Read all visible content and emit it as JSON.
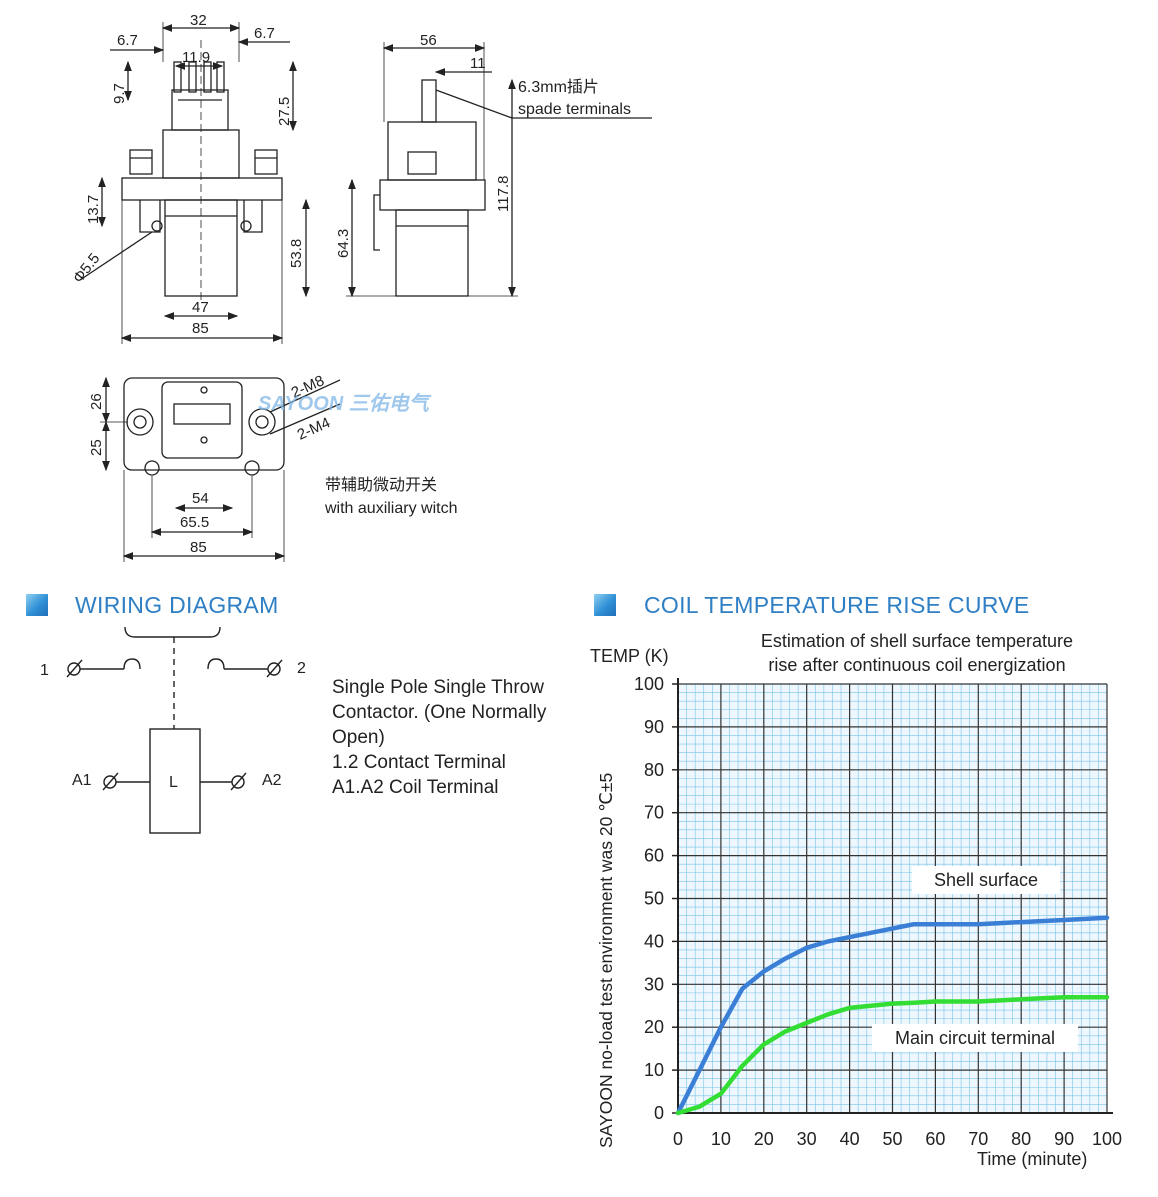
{
  "drawing": {
    "front_dims": {
      "top_width": "32",
      "left_offset": "6.7",
      "right_offset": "6.7",
      "terminal_span": "11.9",
      "terminal_height": "9.7",
      "upper_height": "27.5",
      "flange_height": "13.7",
      "hole_dia": "Φ5.5",
      "body_height": "53.8",
      "body_width": "47",
      "overall_width": "85"
    },
    "side_dims": {
      "width": "56",
      "terminal_offset": "11",
      "body_height": "64.3",
      "overall_height": "117.8",
      "terminal_note_cn": "6.3mm插片",
      "terminal_note_en": "spade terminals"
    },
    "top_dims": {
      "upper_height": "26",
      "lower_height": "25",
      "stud_label": "2-M8",
      "screw_label": "2-M4",
      "inner_width": "54",
      "hole_spacing": "65.5",
      "overall_width": "85",
      "note_cn": "带辅助微动开关",
      "note_en": "with  auxiliary witch"
    },
    "watermark": "SAYOON 三佑电气"
  },
  "wiring": {
    "title": "WIRING DIAGRAM",
    "terminal_1": "1",
    "terminal_2": "2",
    "coil_left": "A1",
    "coil_right": "A2",
    "coil_label": "L",
    "description": [
      "Single Pole Single Throw",
      "Contactor. (One Normally",
      "Open)",
      "1.2 Contact Terminal",
      "A1.A2 Coil Terminal"
    ]
  },
  "chart_section_title": "COIL TEMPERATURE RISE CURVE",
  "chart_data": {
    "type": "line",
    "title": "Estimation of shell surface temperature rise after continuous coil energization",
    "title_lines": [
      "Estimation of shell surface temperature",
      "rise after continuous coil energization"
    ],
    "ylabel": "TEMP (K)",
    "xlabel": "Time (minute)",
    "side_note": "SAYOON no-load test environment was 20  ℃±5",
    "xlim": [
      0,
      100
    ],
    "ylim": [
      0,
      100
    ],
    "x_ticks": [
      0,
      10,
      20,
      30,
      40,
      50,
      60,
      70,
      80,
      90,
      100
    ],
    "y_ticks": [
      0,
      10,
      20,
      30,
      40,
      50,
      60,
      70,
      80,
      90,
      100
    ],
    "grid": true,
    "series": [
      {
        "name": "Shell surface",
        "color": "#3a7fd5",
        "x": [
          0,
          5,
          10,
          15,
          20,
          25,
          30,
          35,
          40,
          45,
          50,
          55,
          60,
          70,
          80,
          90,
          100
        ],
        "values": [
          0,
          10,
          20,
          29,
          33,
          36,
          38.5,
          40,
          41,
          42,
          43,
          44,
          44,
          44,
          44.5,
          45,
          45.5
        ]
      },
      {
        "name": "Main circuit terminal",
        "color": "#33dd33",
        "x": [
          0,
          5,
          10,
          15,
          20,
          25,
          30,
          35,
          40,
          45,
          50,
          55,
          60,
          70,
          80,
          90,
          100
        ],
        "values": [
          0,
          1.5,
          4.5,
          11,
          16,
          19,
          21,
          23,
          24.5,
          25,
          25.5,
          25.7,
          26,
          26,
          26.5,
          27,
          27
        ]
      }
    ]
  }
}
